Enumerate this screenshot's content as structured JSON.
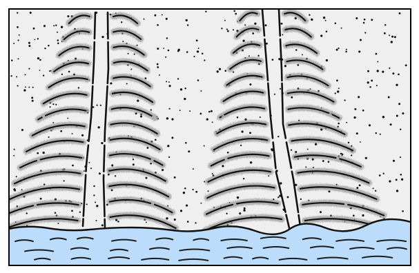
{
  "diagram": {
    "colors": {
      "background": "#ffffff",
      "frame": "#000000",
      "sand": "#efefef",
      "water": "#bcdcfc",
      "wave": "#1a1a1a",
      "ridge": "#111111",
      "shadow": "#9a9a9a",
      "speck": "#111111"
    },
    "elements": [
      {
        "name": "left-sand-ridge",
        "icon": "ridge-icon",
        "count": 2
      },
      {
        "name": "right-sand-ridge",
        "icon": "ridge-icon",
        "count": 2
      },
      {
        "name": "water-body",
        "icon": "wave-icon"
      },
      {
        "name": "sand-speckles",
        "icon": "dot-icon"
      }
    ]
  }
}
